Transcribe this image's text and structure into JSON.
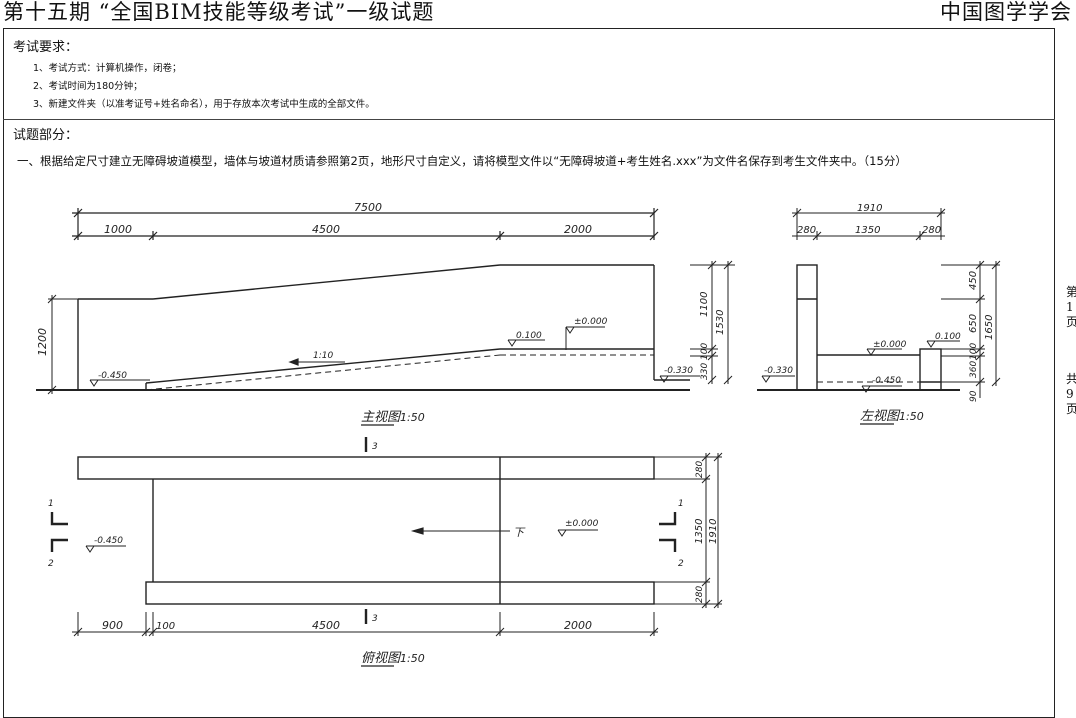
{
  "header": {
    "title": "第十五期 “全国BIM技能等级考试”一级试题",
    "org": "中国图学学会"
  },
  "requirements": {
    "heading": "考试要求：",
    "items": [
      "1、考试方式：计算机操作，闭卷；",
      "2、考试时间为180分钟；",
      "3、新建文件夹（以准考证号+姓名命名），用于存放本次考试中生成的全部文件。"
    ]
  },
  "questions": {
    "heading": "试题部分：",
    "q1": "一、根据给定尺寸建立无障碍坡道模型，墙体与坡道材质请参照第2页，地形尺寸自定义，请将模型文件以“无障碍坡道+考生姓名.xxx”为文件名保存到考生文件夹中。（15分）"
  },
  "front_view": {
    "title": "主视图",
    "scale": "1:50",
    "dim_total": "7500",
    "dim_a": "1000",
    "dim_b": "4500",
    "dim_c": "2000",
    "left_height": "1200",
    "right_h1": "1100",
    "right_h2": "1530",
    "right_h3": "100",
    "right_h4": "330",
    "slope": "1:10",
    "level_a": "0.100",
    "level_b": "±0.000",
    "level_c": "-0.450",
    "level_d": "-0.330"
  },
  "left_view": {
    "title": "左视图",
    "scale": "1:50",
    "dim_total": "1910",
    "dim_a": "280",
    "dim_b": "1350",
    "dim_c": "280",
    "h1": "450",
    "h2": "650",
    "h3": "100",
    "h4": "360",
    "h5": "90",
    "h_total": "1650",
    "level_a": "±0.000",
    "level_b": "0.100",
    "level_c": "-0.450",
    "level_d": "-0.330"
  },
  "plan_view": {
    "title": "俯视图",
    "scale": "1:50",
    "dim_a": "900",
    "dim_b": "100",
    "dim_c": "4500",
    "dim_d": "2000",
    "h1": "280",
    "h2": "1350",
    "h3": "280",
    "h_total": "1910",
    "level_a": "±0.000",
    "level_b": "-0.450",
    "sec1": "1",
    "sec2": "2",
    "sec3": "3",
    "down": "下"
  },
  "sidebar": {
    "page_label": "第1页",
    "total_label": "共9页"
  }
}
